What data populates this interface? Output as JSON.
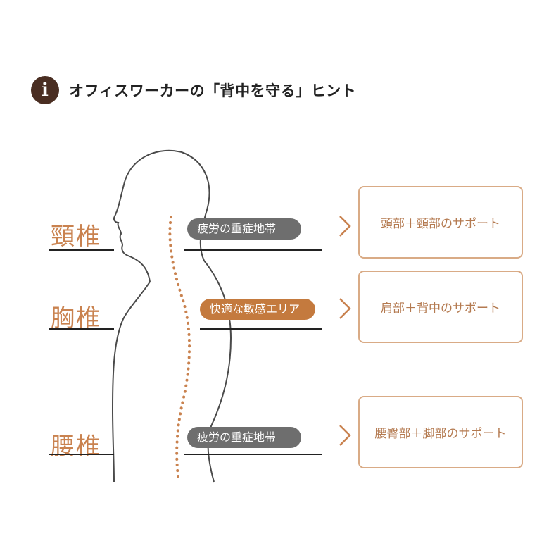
{
  "header": {
    "icon_glyph": "i",
    "title": "オフィスワーカーの「背中を守る」ヒント"
  },
  "regions": [
    {
      "label": "頸椎",
      "zone": "疲労の重症地帯",
      "support": "頭部＋頸部のサポート"
    },
    {
      "label": "胸椎",
      "zone": "快適な敏感エリア",
      "support": "肩部＋背中のサポート"
    },
    {
      "label": "腰椎",
      "zone": "疲労の重症地帯",
      "support": "腰臀部＋脚部のサポート"
    }
  ],
  "colors": {
    "accent": "#c9824f",
    "pill_gray": "#6e6e6e",
    "pill_orange": "#c47a3e",
    "box_border": "#d9ab86",
    "icon_bg": "#4a2e22"
  }
}
